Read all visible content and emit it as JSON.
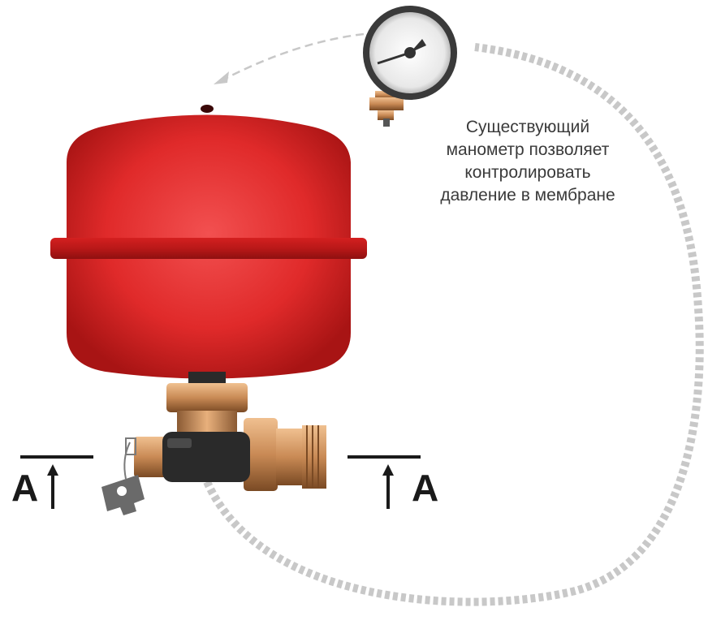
{
  "caption": {
    "lines": [
      "Существующий",
      "манометр позволяет",
      "контролировать",
      "давление в мембране"
    ]
  },
  "section_marks": {
    "left_letter": "A",
    "right_letter": "A"
  },
  "colors": {
    "tank_red": "#e02a2a",
    "tank_dark": "#a81414",
    "brass": "#c98a55",
    "brass_dark": "#8a5a33",
    "dashed_line": "#c8c8c8",
    "gauge_face": "#f2f2f2"
  }
}
